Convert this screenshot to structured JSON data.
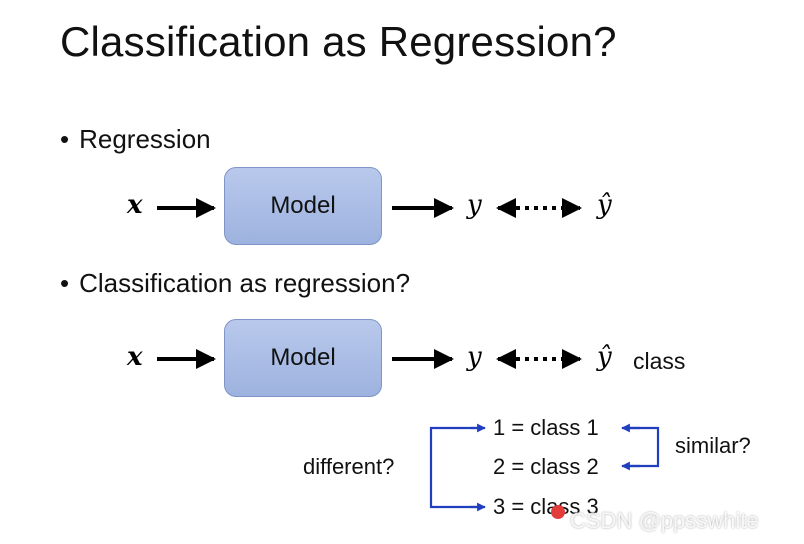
{
  "title": "Classification as Regression?",
  "bullets": {
    "regression": "Regression",
    "classification": "Classification as regression?"
  },
  "diagram1": {
    "x": "x",
    "model": "Model",
    "y": "y",
    "yhat": "ŷ"
  },
  "diagram2": {
    "x": "x",
    "model": "Model",
    "y": "y",
    "yhat": "ŷ",
    "note": "class"
  },
  "classes": [
    "1 = class 1",
    "2 = class 2",
    "3 = class 3"
  ],
  "labels": {
    "different": "different?",
    "similar": "similar?"
  },
  "watermark": "CSDN @ppsswhite",
  "colors": {
    "box_fill": "#a9bce6",
    "box_border": "#7f95c6",
    "bracket": "#1f3fbf"
  }
}
